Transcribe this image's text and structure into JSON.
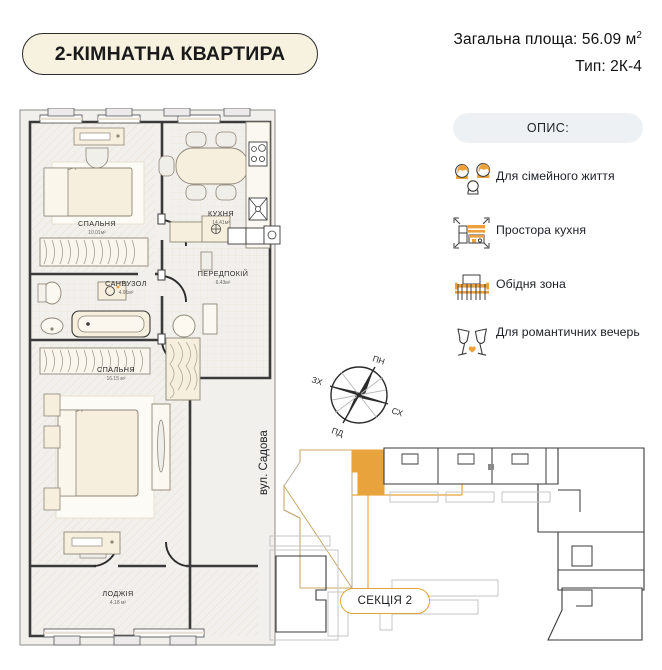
{
  "title": {
    "badge_label": "2-КІМНАТНА КВАРТИРА"
  },
  "header": {
    "total_area_label": "Загальна площа: 56.09 м",
    "total_area_sup": "2",
    "type_label": "Тип: 2К-4"
  },
  "description_panel": {
    "heading": "ОПИС:",
    "features": [
      {
        "icon": "family-icon",
        "label": "Для сімейного життя"
      },
      {
        "icon": "kitchen-icon",
        "label": "Простора кухня"
      },
      {
        "icon": "dining-table-icon",
        "label": "Обідня зона"
      },
      {
        "icon": "wine-glasses-heart-icon",
        "label": "Для романтичних вечерь"
      }
    ]
  },
  "floor_plan": {
    "rooms": [
      {
        "name": "СПАЛЬНЯ",
        "area": "10.01м²"
      },
      {
        "name": "КУХНЯ",
        "area": "14.41м²"
      },
      {
        "name": "САНВУЗОЛ",
        "area": "4.91м²"
      },
      {
        "name": "ПЕРЕДПОКІЙ",
        "area": "6.43м²"
      },
      {
        "name": "СПАЛЬНЯ",
        "area": "16.15 м²"
      },
      {
        "name": "ЛОДЖІЯ",
        "area": "4.18 м²"
      }
    ]
  },
  "compass": {
    "north": "ПН",
    "east": "СХ",
    "south": "ПД",
    "west": "ЗХ"
  },
  "site_plan": {
    "street_label": "вул. Садова",
    "section_label": "СЕКЦІЯ 2"
  },
  "colors": {
    "accent_orange": "#e8a33d",
    "badge_cream": "#f7f1e0",
    "panel_grey": "#eef1f4",
    "ink": "#1a1a1a",
    "wall": "#3a3a3a",
    "furniture_fill": "#f7efdd"
  }
}
